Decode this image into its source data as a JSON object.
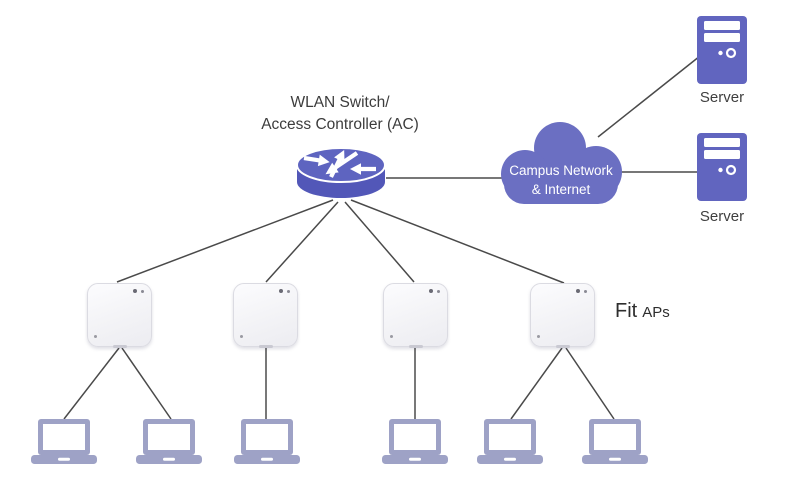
{
  "diagram": {
    "ac": {
      "label_line1": "WLAN Switch/",
      "label_line2": "Access Controller (AC)",
      "icon": "router-icon"
    },
    "cloud": {
      "label_line1": "Campus Network",
      "label_line2": "& Internet",
      "icon": "cloud-icon"
    },
    "servers": [
      {
        "label": "Server"
      },
      {
        "label": "Server"
      }
    ],
    "fit_aps": {
      "label_main": "Fit",
      "label_sub": "APs",
      "count": 4,
      "icon": "access-point-icon"
    },
    "laptops": {
      "count": 6,
      "icon": "laptop-icon"
    },
    "links": [
      "AC-AP1",
      "AC-AP2",
      "AC-AP3",
      "AC-AP4",
      "AC-Campus Network & Internet",
      "Campus Network & Internet-Server 1",
      "Campus Network & Internet-Server 2",
      "AP1-Laptop 1",
      "AP1-Laptop 2",
      "AP2-Laptop 3",
      "AP3-Laptop 4",
      "AP4-Laptop 5",
      "AP4-Laptop 6"
    ],
    "colors": {
      "router_purple": "#5257b8",
      "router_top_purple": "#5e64c0",
      "cloud_purple": "#6b6fc2",
      "server_purple": "#6165bf",
      "laptop_purple": "#9ea2c6",
      "ap_fill": "#f3f3f6",
      "ap_border": "#dbdbe2",
      "line_gray": "#4a4a4a",
      "text_dark": "#3c3c3c"
    }
  }
}
